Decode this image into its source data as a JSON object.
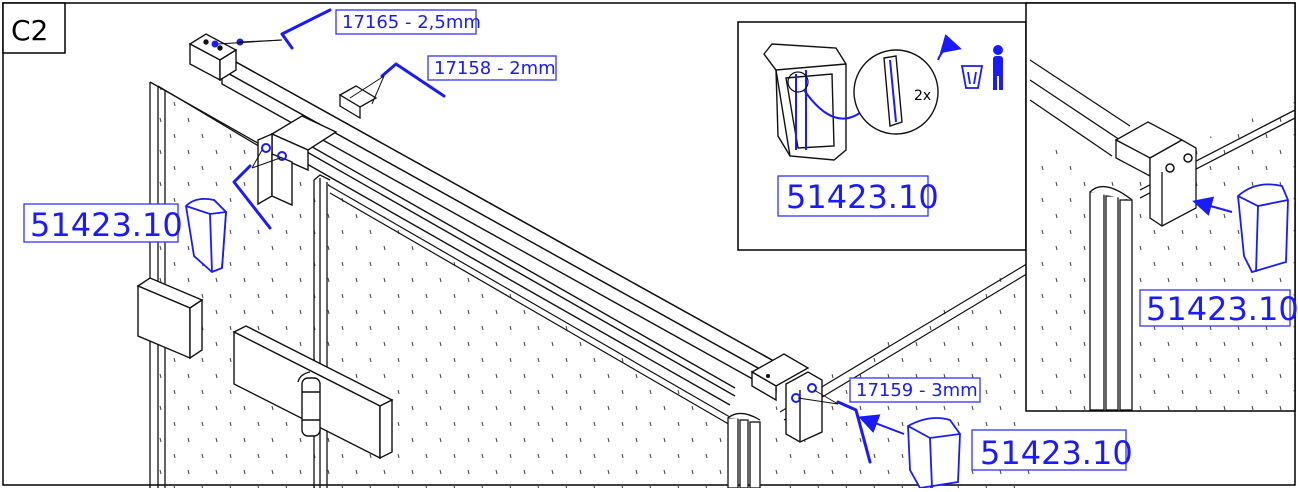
{
  "step_label": "C2",
  "colors": {
    "line": "#1a1a1a",
    "accent": "#1a1aff",
    "label_border": "#3333ff",
    "background": "#ffffff"
  },
  "tools": [
    {
      "text": "17165 - 2,5mm"
    },
    {
      "text": "17158 - 2mm"
    },
    {
      "text": "17159 - 3mm"
    }
  ],
  "part_labels": [
    {
      "text": "51423.10"
    },
    {
      "text": "51423.10"
    },
    {
      "text": "51423.10"
    },
    {
      "text": "51423.10"
    }
  ],
  "detail_inset": {
    "multiplier_text": "2x",
    "icons": [
      "recycle-bin-icon",
      "person-icon"
    ]
  }
}
